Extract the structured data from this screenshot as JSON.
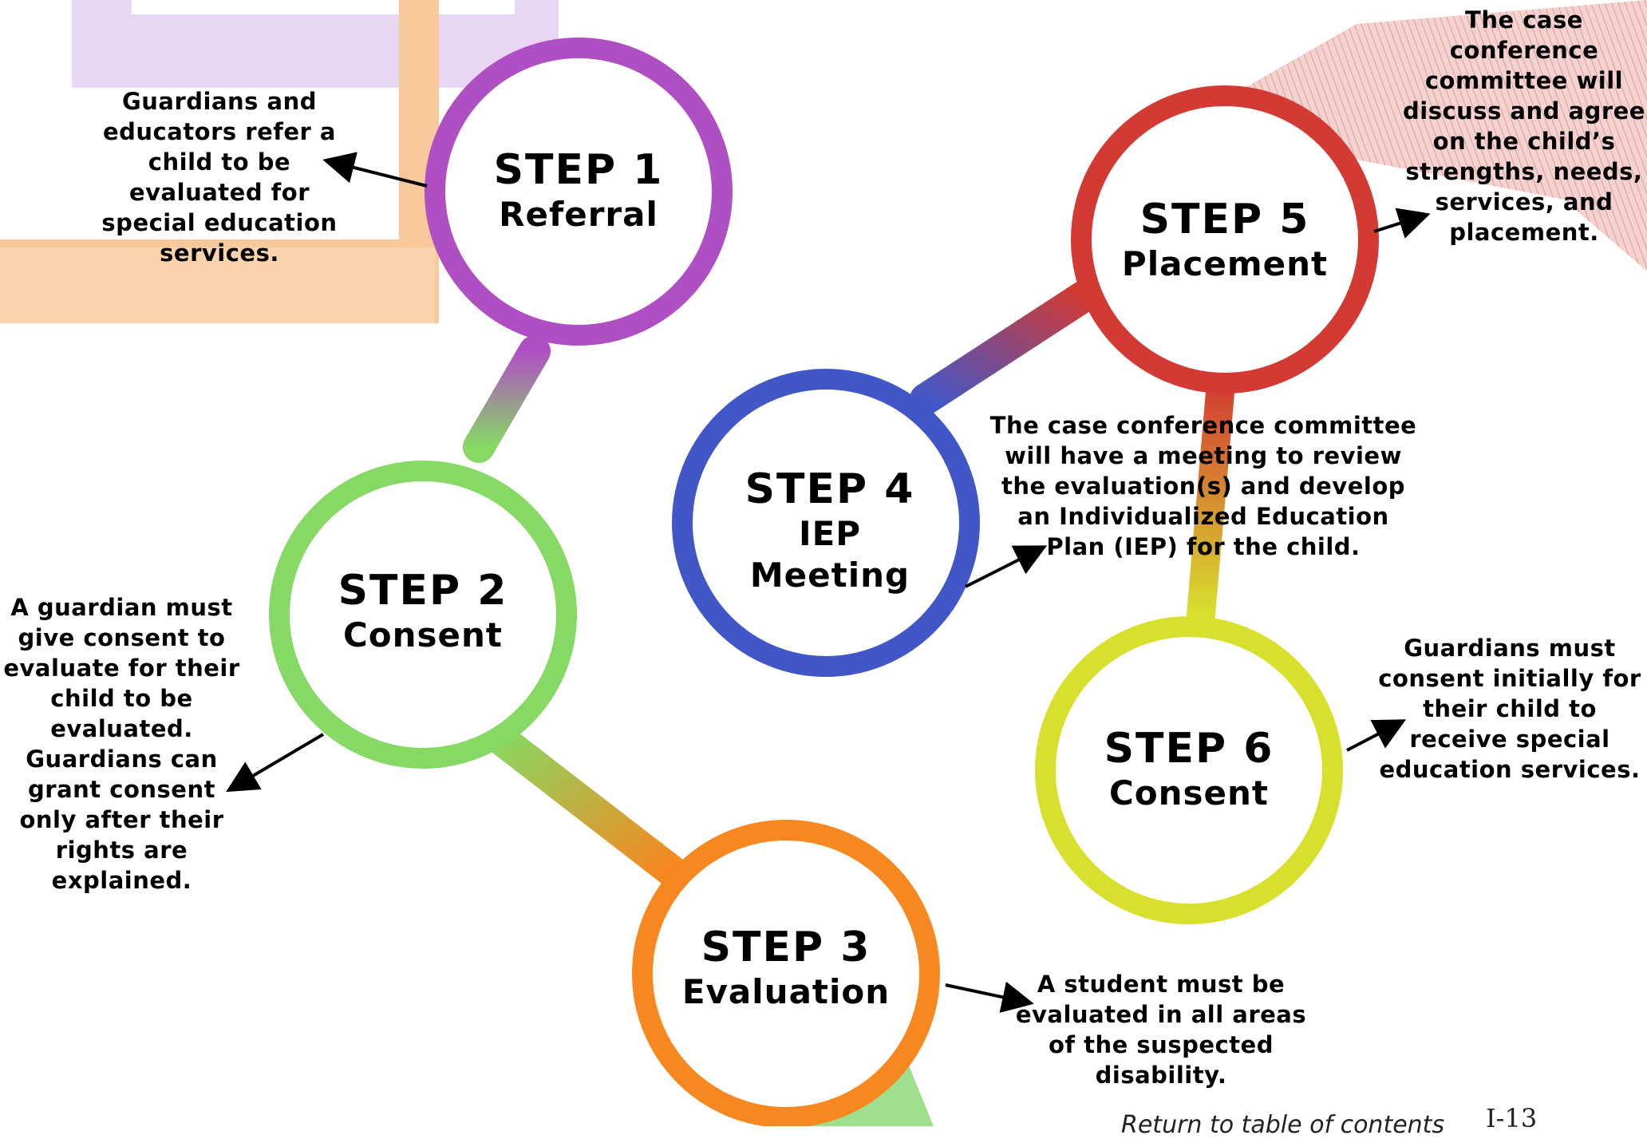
{
  "steps": [
    {
      "num": "STEP 1",
      "name": "Referral",
      "color": "#b04fc4"
    },
    {
      "num": "STEP 2",
      "name": "Consent",
      "color": "#86d964"
    },
    {
      "num": "STEP 3",
      "name": "Evaluation",
      "color": "#f7871f"
    },
    {
      "num": "STEP 4",
      "name": "IEP Meeting",
      "color": "#4157c8"
    },
    {
      "num": "STEP 5",
      "name": "Placement",
      "color": "#d33a33"
    },
    {
      "num": "STEP 6",
      "name": "Consent",
      "color": "#d8e02e"
    }
  ],
  "descriptions": {
    "step1": [
      "Guardians and",
      "educators refer a",
      "child to be",
      "evaluated for",
      "special education",
      "services."
    ],
    "step2": [
      "A guardian must",
      "give consent to",
      "evaluate for their",
      "child to be",
      "evaluated.",
      "Guardians can",
      "grant consent",
      "only after their",
      "rights are",
      "explained."
    ],
    "step3": [
      "A student must be",
      "evaluated in all areas",
      "of the suspected",
      "disability."
    ],
    "step4": [
      "The case conference committee",
      "will have a meeting to review",
      "the evaluation(s) and develop",
      "an Individualized  Education",
      "Plan (IEP) for the child."
    ],
    "step5": [
      "The case",
      "conference",
      "committee will",
      "discuss and agree",
      "on the child’s",
      "strengths, needs,",
      "services, and",
      "placement."
    ],
    "step6": [
      "Guardians must",
      "consent initially for",
      "their child to",
      "receive special",
      "education services."
    ]
  },
  "footer": {
    "link": "Return to table of contents",
    "page": "I-13"
  }
}
